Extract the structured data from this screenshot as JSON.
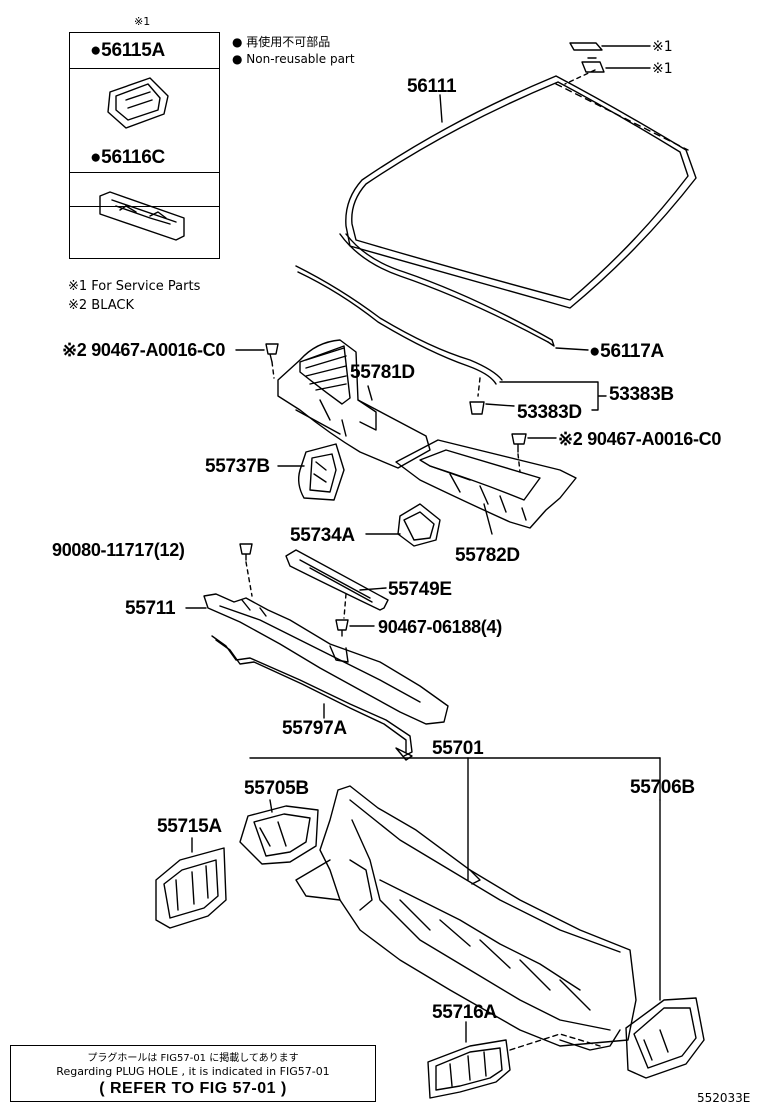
{
  "legend": {
    "mark": "※1",
    "part_a": "●56115A",
    "part_b": "●56116C"
  },
  "non_reuse": {
    "jp": "● 再使用不可部品",
    "en": "● Non-reusable part"
  },
  "notes": {
    "note1": "※1 For Service Parts",
    "note2": "※2 BLACK"
  },
  "callouts": {
    "c_56111": "56111",
    "c_s1_top": "※1",
    "c_s1_bot": "※1",
    "c_90467_left": "※2 90467-A0016-C0",
    "c_56117A": "●56117A",
    "c_55781D": "55781D",
    "c_53383B": "53383B",
    "c_53383D": "53383D",
    "c_90467_right": "※2 90467-A0016-C0",
    "c_55737B": "55737B",
    "c_55734A": "55734A",
    "c_55782D": "55782D",
    "c_90080": "90080-11717(12)",
    "c_55749E": "55749E",
    "c_55711": "55711",
    "c_90467_06188": "90467-06188(4)",
    "c_55797A": "55797A",
    "c_55701": "55701",
    "c_55705B": "55705B",
    "c_55706B": "55706B",
    "c_55715A": "55715A",
    "c_55716A": "55716A"
  },
  "reference": {
    "jp": "プラグホールは FIG57-01 に掲載してあります",
    "en": "Regarding PLUG HOLE , it is indicated in FIG57-01",
    "refer": "( REFER TO FIG 57-01 )"
  },
  "figure_id": "552033E"
}
